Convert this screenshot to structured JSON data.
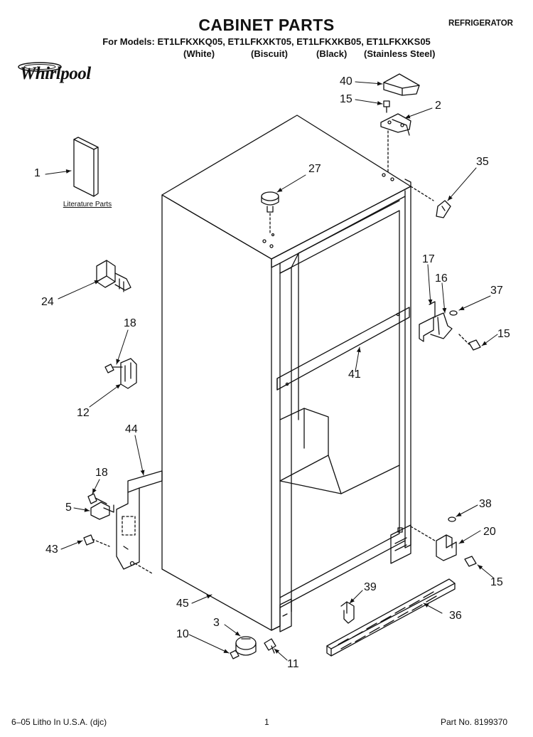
{
  "header": {
    "title": "CABINET PARTS",
    "category": "REFRIGERATOR",
    "models_line": "For Models: ET1LFKXKQ05, ET1LFKXKT05, ET1LFKXKB05, ET1LFKXKS05",
    "colors": [
      "(White)",
      "(Biscuit)",
      "(Black)",
      "(Stainless Steel)"
    ]
  },
  "brand": {
    "logo_text": "Whirlpool"
  },
  "diagram": {
    "literature_label": "Literature Parts",
    "callouts": [
      "40",
      "15",
      "2",
      "1",
      "27",
      "35",
      "24",
      "17",
      "16",
      "37",
      "18",
      "15",
      "41",
      "12",
      "44",
      "18",
      "5",
      "38",
      "20",
      "43",
      "15",
      "39",
      "45",
      "36",
      "3",
      "10",
      "11"
    ]
  },
  "footer": {
    "left": "6–05 Litho In U.S.A. (djc)",
    "page": "1",
    "part_no": "Part No. 8199370"
  }
}
